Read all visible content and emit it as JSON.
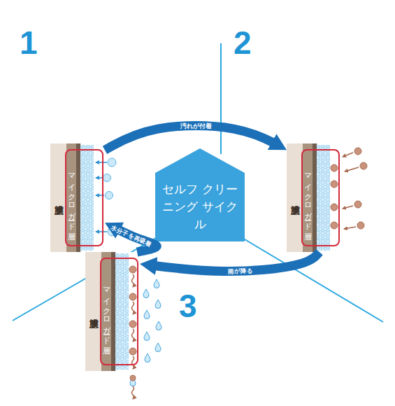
{
  "diagram": {
    "nodes": [
      {
        "text": [
          "セルフ クリーニング サイクル"
        ]
      },
      {
        "text": [
          "塗膜"
        ]
      },
      {
        "text": [
          "マイクロガード層"
        ],
        "in": 1
      },
      {
        "text": [
          "塗膜"
        ]
      },
      {
        "text": [
          "マイクロガード層"
        ],
        "in": 3
      },
      {
        "text": [
          "塗膜"
        ]
      },
      {
        "text": [
          "マイクロガード層"
        ],
        "in": 5
      }
    ],
    "edges": [
      {
        "from": 1,
        "to": 3,
        "label": "汚れが付着",
        "arrow": "to"
      },
      {
        "from": 3,
        "to": 5,
        "label": "雨が降る",
        "arrow": "to"
      },
      {
        "from": 5,
        "to": 1,
        "label": "水分子を再吸着",
        "arrow": "to"
      }
    ],
    "labels": [
      "1",
      "2",
      "3"
    ]
  }
}
